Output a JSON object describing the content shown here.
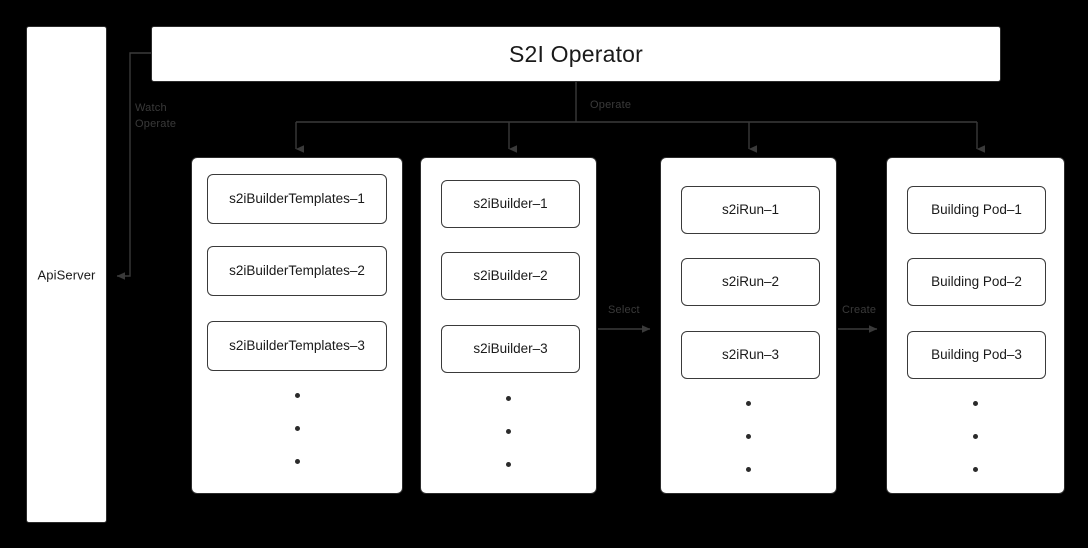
{
  "diagram": {
    "title": "S2I Operator",
    "background_color": "#000000",
    "node_fill": "#ffffff",
    "node_stroke": "#2b2b2b",
    "label_color": "#3a3a3a",
    "apiserver": {
      "label": "ApiServer"
    },
    "operator": {
      "label": "S2I Operator"
    },
    "edge_labels": {
      "watch_operate": "Watch\nOperate",
      "operate": "Operate",
      "select": "Select",
      "create": "Create"
    },
    "groups": [
      {
        "name": "s2ibuildertemplates-group",
        "items": [
          "s2iBuilderTemplates–1",
          "s2iBuilderTemplates–2",
          "s2iBuilderTemplates–3"
        ],
        "ellipsis": "•••"
      },
      {
        "name": "s2ibuilder-group",
        "items": [
          "s2iBuilder–1",
          "s2iBuilder–2",
          "s2iBuilder–3"
        ],
        "ellipsis": "•••"
      },
      {
        "name": "s2irun-group",
        "items": [
          "s2iRun–1",
          "s2iRun–2",
          "s2iRun–3"
        ],
        "ellipsis": "•••"
      },
      {
        "name": "building-pod-group",
        "items": [
          "Building Pod–1",
          "Building Pod–2",
          "Building Pod–3"
        ],
        "ellipsis": "•••"
      }
    ]
  }
}
